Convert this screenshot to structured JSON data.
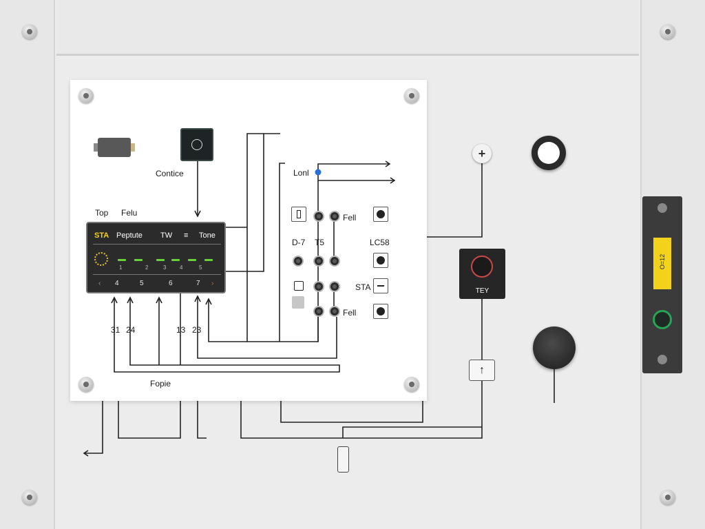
{
  "module": {
    "title_left": "STA",
    "title_mid": "Peptute",
    "title_tw": "TW",
    "title_tone": "Tone",
    "nums": [
      "4",
      "5",
      "6",
      "7"
    ],
    "sub_nums": [
      "1",
      "2",
      "3",
      "4",
      "5"
    ]
  },
  "board_labels": {
    "contice": "Contice",
    "top": "Top",
    "felu": "Felu",
    "lonl": "Lonl",
    "fell_1": "Fell",
    "d7": "D-7",
    "t5": "T5",
    "lc58": "LC58",
    "sta": "STA",
    "fell_2": "Fell",
    "n31": "31",
    "n24": "24",
    "n13": "13",
    "n23": "23",
    "fopie": "Fopie"
  },
  "devices": {
    "tdev_label": "TEY",
    "strip_label": "O=12"
  },
  "colors": {
    "panel": "#ececec",
    "board": "#ffffff",
    "module": "#2b2b2b",
    "led_green": "#6ad13a",
    "accent_yellow": "#f3d21b",
    "indicator_green": "#26a457",
    "node_blue": "#2a6fd6"
  },
  "icons": [
    "plus-icon",
    "up-arrow-icon",
    "knob-icon"
  ]
}
